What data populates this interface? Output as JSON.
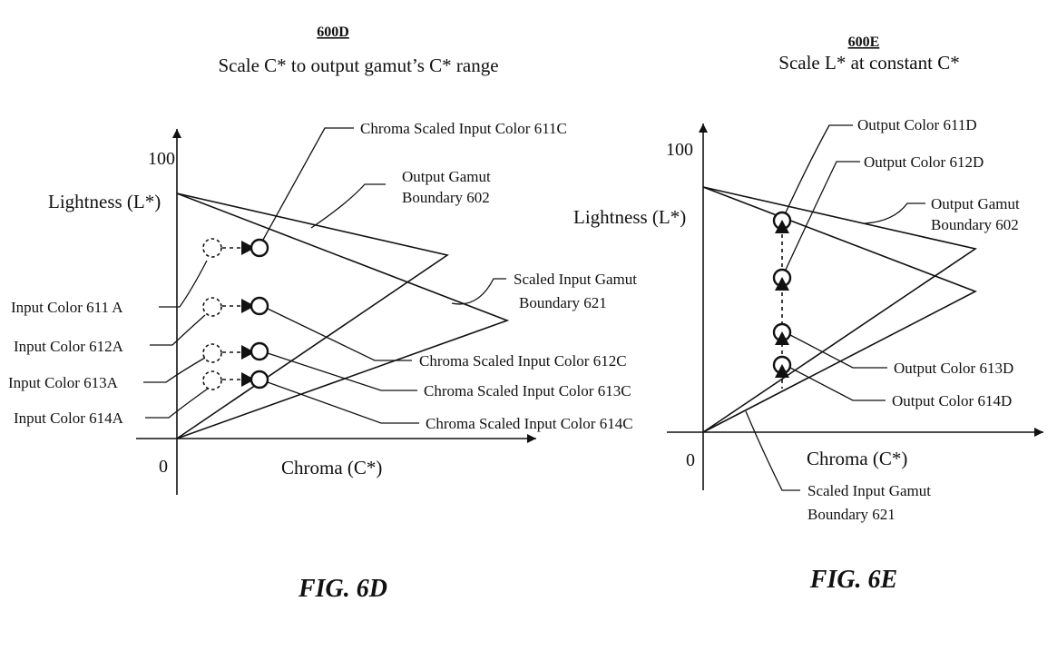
{
  "fig6d": {
    "ref": "600D",
    "subtitle": "Scale C* to output gamut’s C* range",
    "y_axis_label": "Lightness (L*)",
    "x_axis_label": "Chroma (C*)",
    "y_tick_top": "100",
    "origin_tick": "0",
    "label_611c": "Chroma Scaled Input Color 611C",
    "label_boundary_602_line1": "Output Gamut",
    "label_boundary_602_line2": "Boundary 602",
    "label_boundary_621_line1": "Scaled Input Gamut",
    "label_boundary_621_line2": "Boundary 621",
    "label_611a": "Input Color 611 A",
    "label_612a": "Input Color 612A",
    "label_613a": "Input Color 613A",
    "label_614a": "Input Color 614A",
    "label_612c": "Chroma Scaled Input Color 612C",
    "label_613c": "Chroma Scaled Input Color 613C",
    "label_614c": "Chroma Scaled Input Color 614C",
    "caption": "FIG. 6D"
  },
  "fig6e": {
    "ref": "600E",
    "subtitle": "Scale L* at constant C*",
    "y_axis_label": "Lightness (L*)",
    "x_axis_label": "Chroma (C*)",
    "y_tick_top": "100",
    "origin_tick": "0",
    "label_611d": "Output Color 611D",
    "label_612d": "Output Color 612D",
    "label_boundary_602_line1": "Output Gamut",
    "label_boundary_602_line2": "Boundary 602",
    "label_613d": "Output Color 613D",
    "label_614d": "Output Color 614D",
    "label_boundary_621_line1": "Scaled Input Gamut",
    "label_boundary_621_line2": "Boundary 621",
    "caption": "FIG. 6E"
  },
  "colors": {
    "ink": "#111111",
    "background": "#ffffff"
  }
}
